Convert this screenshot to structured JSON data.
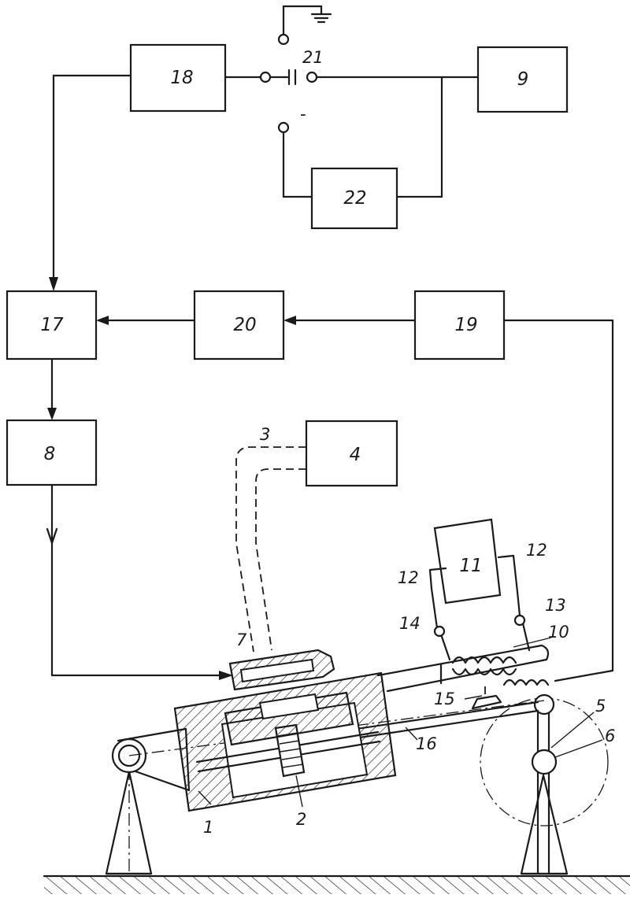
{
  "blocks": {
    "b17": "17",
    "b18": "18",
    "b9": "9",
    "b22": "22",
    "b20": "20",
    "b19": "19",
    "b8": "8",
    "b4": "4",
    "b11": "11"
  },
  "labels": {
    "l21": "21",
    "l3": "3",
    "l7": "7",
    "l12a": "12",
    "l12b": "12",
    "l13": "13",
    "l14": "14",
    "l10": "10",
    "l15": "15",
    "l16": "16",
    "l5": "5",
    "l6": "6",
    "l1": "1",
    "l2": "2"
  },
  "switch_minus": "-"
}
